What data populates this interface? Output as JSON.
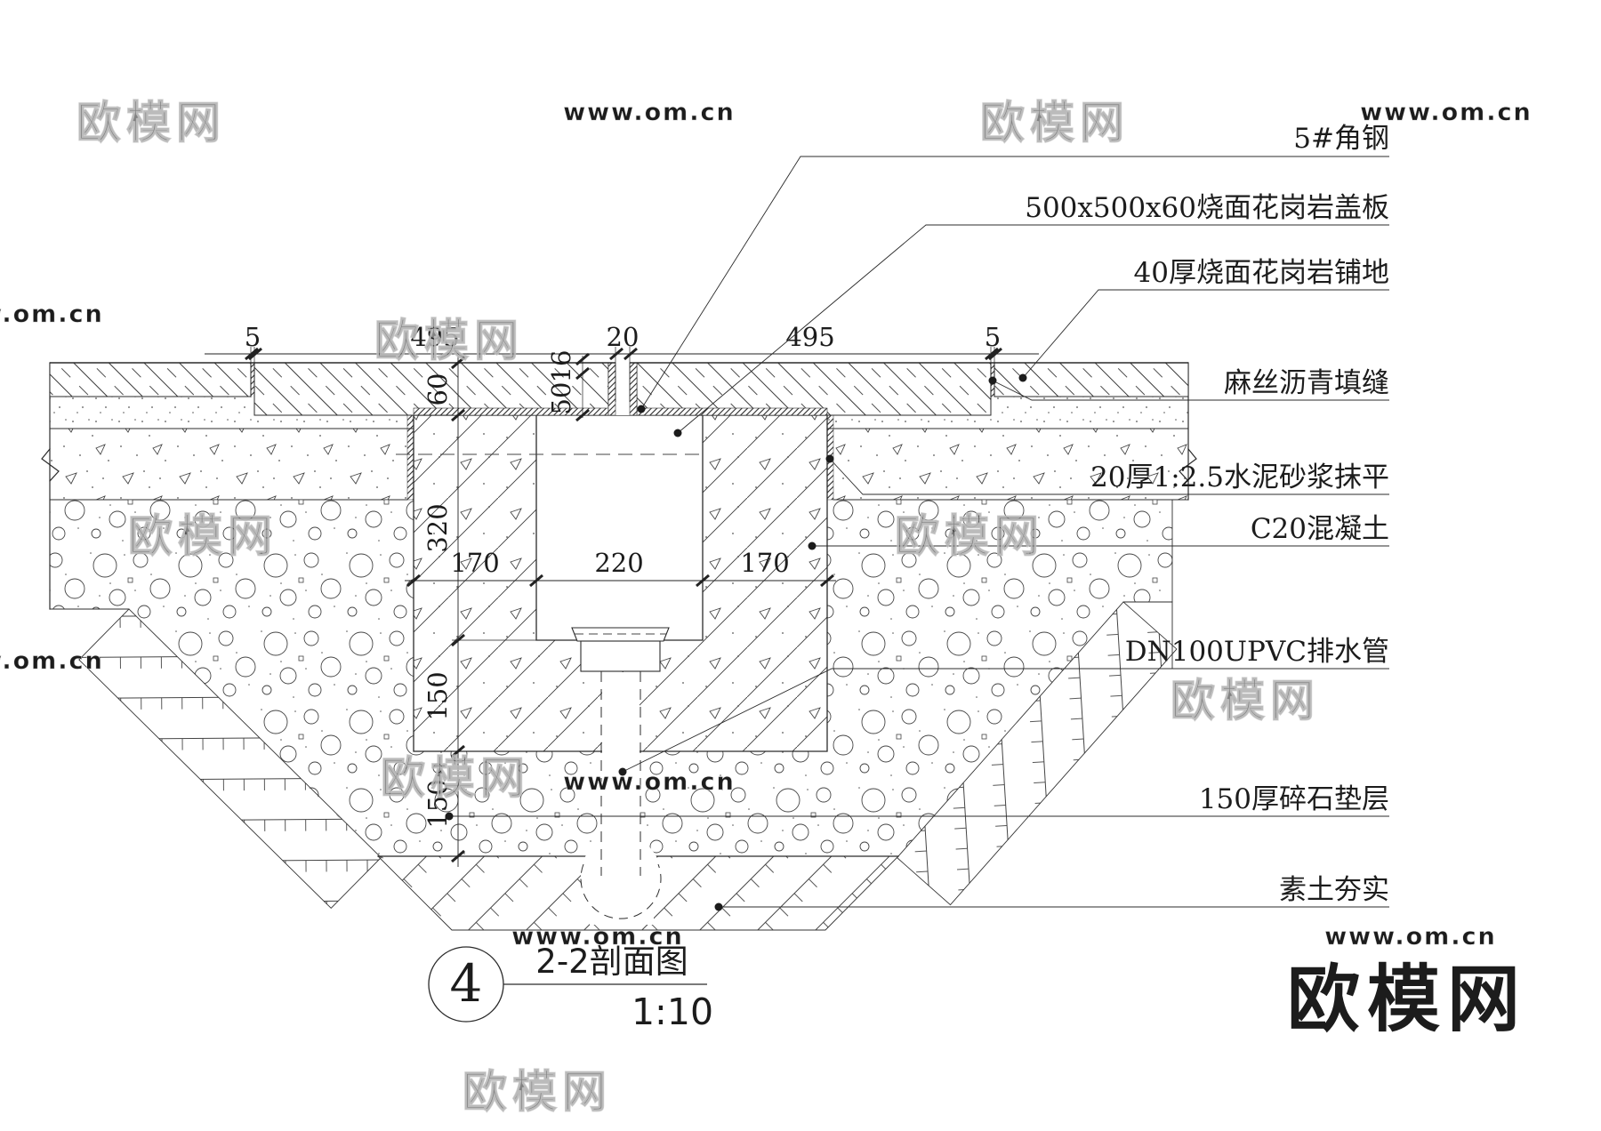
{
  "drawing": {
    "callouts": [
      "5#角钢",
      "500x500x60烧面花岗岩盖板",
      "40厚烧面花岗岩铺地",
      "麻丝沥青填缝",
      "20厚1:2.5水泥砂浆抹平",
      "C20混凝土",
      "DN100UPVC排水管",
      "150厚碎石垫层",
      "素土夯实"
    ],
    "dims": {
      "top": [
        "5",
        "495",
        "20",
        "495",
        "5"
      ],
      "left": [
        "60",
        "320",
        "150",
        "150"
      ],
      "slot": [
        "16",
        "50"
      ],
      "channel": [
        "170",
        "220",
        "170"
      ]
    },
    "title": {
      "number": "4",
      "name": "2-2剖面图",
      "scale": "1:10"
    }
  },
  "watermark": {
    "site": "欧模网",
    "url": "www.om.cn"
  }
}
